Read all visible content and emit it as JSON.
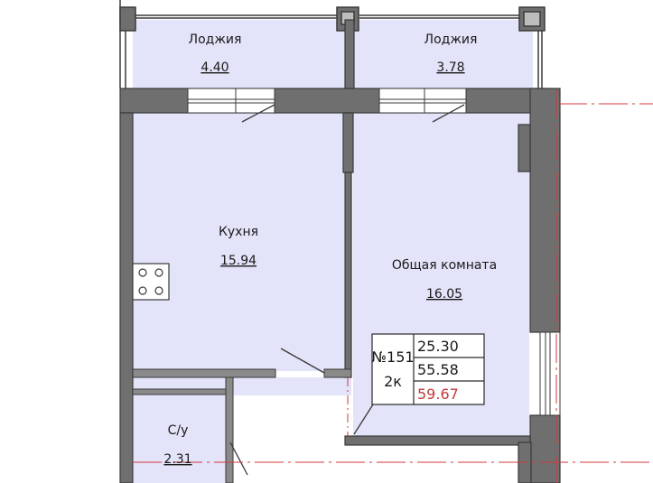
{
  "rooms": {
    "loggia_left": {
      "name": "Лоджия",
      "area": "4.40"
    },
    "loggia_right": {
      "name": "Лоджия",
      "area": "3.78"
    },
    "kitchen": {
      "name": "Кухня",
      "area": "15.94"
    },
    "living": {
      "name": "Общая комната",
      "area": "16.05"
    },
    "bathroom": {
      "name": "С/у",
      "area": "2.31"
    }
  },
  "apartment": {
    "number": "№151",
    "type": "2к",
    "living_area": "25.30",
    "total_area": "55.58",
    "total_with_loggia": "59.67"
  },
  "colors": {
    "room_fill": "#e3e3f9",
    "wall": "#6f6f6f",
    "wall_edge": "#3a3a3a",
    "axis_red": "#d33a3a",
    "highlight_red": "#c43a3a"
  }
}
